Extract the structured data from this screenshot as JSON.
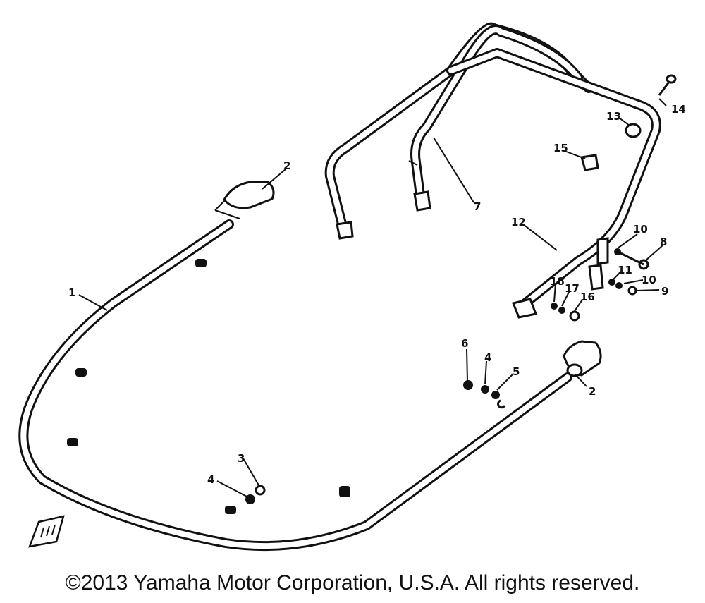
{
  "callouts": {
    "c1": "1",
    "c2a": "2",
    "c2b": "2",
    "c3": "3",
    "c4a": "4",
    "c4b": "4",
    "c5": "5",
    "c6": "6",
    "c7": "7",
    "c8": "8",
    "c9": "9",
    "c10a": "10",
    "c10b": "10",
    "c11": "11",
    "c12": "12",
    "c13": "13",
    "c14": "14",
    "c15": "15",
    "c16": "16",
    "c17": "17",
    "c18": "18"
  },
  "footer": {
    "copyright": "©2013 Yamaha Motor Corporation, U.S.A. All rights reserved."
  },
  "colors": {
    "ink": "#111111",
    "background": "#ffffff"
  }
}
